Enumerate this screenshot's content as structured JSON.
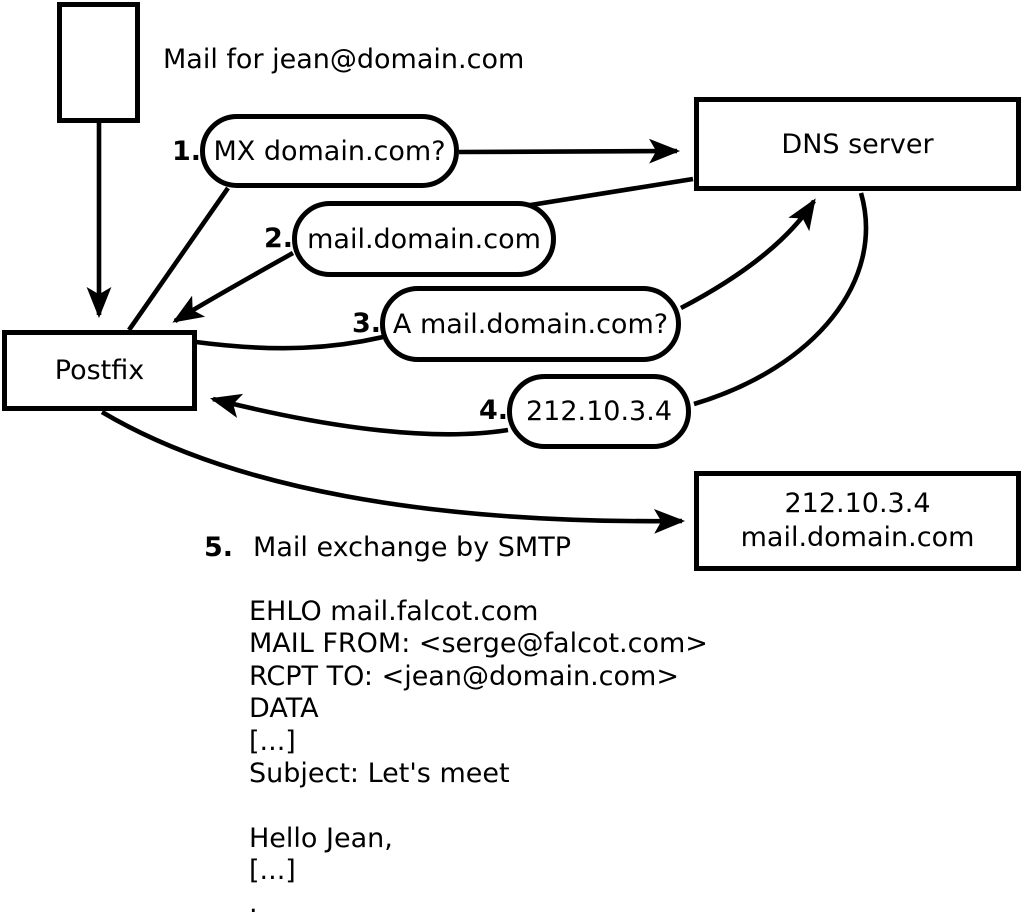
{
  "colors": {
    "ink": "#000000",
    "background": "#ffffff"
  },
  "annotation": {
    "mail_for": "Mail for jean@domain.com"
  },
  "nodes": {
    "postfix": "Postfix",
    "dns_server": "DNS server",
    "mail_server_ip": "212.10.3.4",
    "mail_server_host": "mail.domain.com"
  },
  "steps": [
    {
      "num": "1.",
      "label": "MX domain.com?"
    },
    {
      "num": "2.",
      "label": "mail.domain.com"
    },
    {
      "num": "3.",
      "label": "A mail.domain.com?"
    },
    {
      "num": "4.",
      "label": "212.10.3.4"
    },
    {
      "num": "5.",
      "label": "Mail exchange by SMTP"
    }
  ],
  "smtp_session": [
    "EHLO mail.falcot.com",
    "MAIL FROM: <serge@falcot.com>",
    "RCPT TO: <jean@domain.com>",
    "DATA",
    "[...]",
    "Subject: Let's meet",
    "",
    "Hello Jean,",
    "[...]",
    "."
  ]
}
